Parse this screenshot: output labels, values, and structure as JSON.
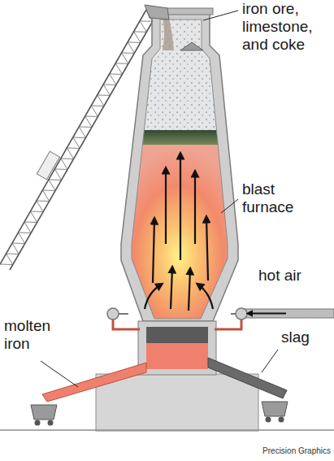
{
  "diagram": {
    "labels": [
      "iron ore, limestone, and coke",
      "blast furnace",
      "hot air",
      "molten iron",
      "slag",
      "Precision Graphics"
    ]
  }
}
